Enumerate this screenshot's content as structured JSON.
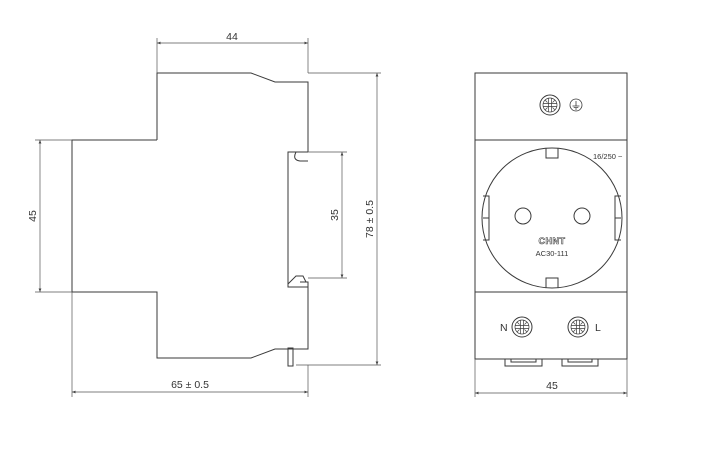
{
  "side_view": {
    "dims": {
      "top_width": "44",
      "front_height": "45",
      "rail": "35",
      "overall_height": "78 ± 0.5",
      "depth": "65 ± 0.5"
    }
  },
  "front_view": {
    "rating": "16/250 ~",
    "brand": "CHNT",
    "model": "AC30-111",
    "terminal_n": "N",
    "terminal_l": "L",
    "width_dim": "45",
    "icons": [
      "screw-terminal-icon",
      "ground-symbol-icon"
    ]
  }
}
